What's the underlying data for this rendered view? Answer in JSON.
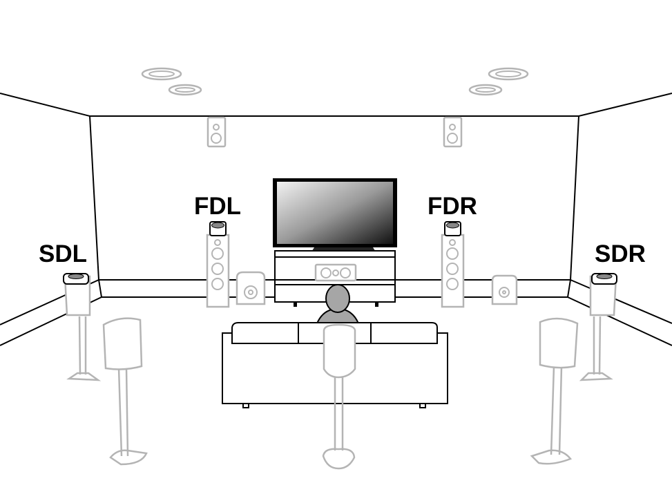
{
  "labels": {
    "front_dolby_left": "FDL",
    "front_dolby_right": "FDR",
    "surround_dolby_left": "SDL",
    "surround_dolby_right": "SDR"
  },
  "colors": {
    "room_lines": "#000000",
    "speakers": "#b4b4b4",
    "listener": "#a6a6a6"
  }
}
